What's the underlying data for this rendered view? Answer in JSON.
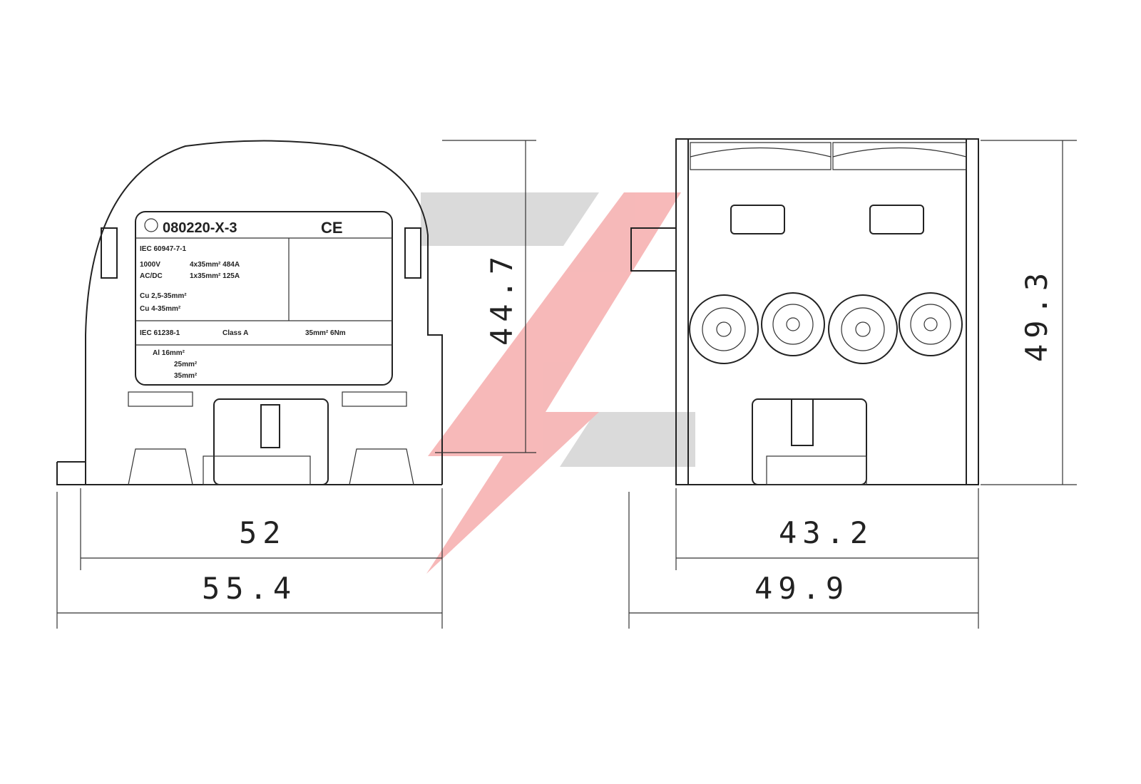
{
  "dimensions": {
    "front_inner_width": "52",
    "front_outer_width": "55.4",
    "front_height": "44.7",
    "side_inner_width": "43.2",
    "side_outer_width": "49.9",
    "side_height": "49.3"
  },
  "label": {
    "part_number": "080220-X-3",
    "ce_mark": "CE",
    "standard_1": "IEC 60947-7-1",
    "voltage": "1000V",
    "current_type": "AC/DC",
    "rating_1": "4x35mm² 484A",
    "rating_2": "1x35mm² 125A",
    "cu_1": "Cu 2,5-35mm²",
    "cu_2": "Cu 4-35mm²",
    "standard_2": "IEC 61238-1",
    "class": "Class A",
    "class_size": "35mm² 6Nm",
    "al_1": "Al 16mm²",
    "al_2": "25mm²",
    "al_3": "35mm²"
  },
  "watermark": {
    "bolt_color": "#f08080",
    "bar_color": "#c8c8c8"
  }
}
